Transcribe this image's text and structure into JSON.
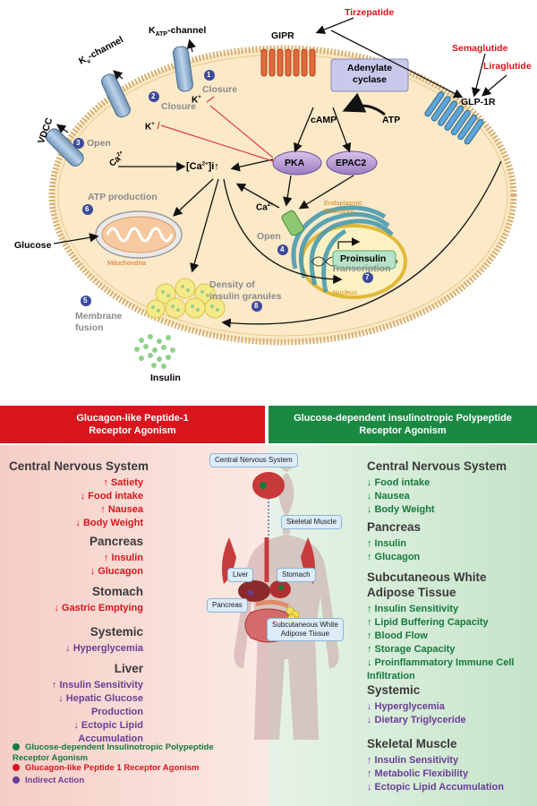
{
  "cell": {
    "drugs": {
      "tirzepatide": "Tirzepatide",
      "semaglutide": "Semaglutide",
      "liraglutide": "Liraglutide"
    },
    "receptors": {
      "gipr": "GIPR",
      "glp1r": "GLP-1R"
    },
    "adenylate_cyclase": [
      "Adenylate",
      "cyclase"
    ],
    "camp": "cAMP",
    "atp": "ATP",
    "pka": "PKA",
    "epac2": "EPAC2",
    "katp_channel": "K",
    "katp_sub": "ATP",
    "katp_suffix": "-channel",
    "kv_channel": "K",
    "kv_sub": "v",
    "kv_suffix": "-channel",
    "vdcc": "VDCC",
    "k_plus": "K",
    "k_plus_sup": "+",
    "ca": "Ca",
    "ca_sup": "2+",
    "cai": "[Ca",
    "cai_sup": "2+",
    "cai_suffix": "]i↑",
    "steps": {
      "s1": {
        "num": "1",
        "label": "Closure"
      },
      "s2": {
        "num": "2",
        "label": "Closure"
      },
      "s3": {
        "num": "3",
        "label": "Open"
      },
      "s4": {
        "num": "4",
        "label": "Open"
      },
      "s5": {
        "num": "5",
        "label": [
          "Membrane",
          "fusion"
        ]
      },
      "s6": {
        "num": "6",
        "label": "ATP production"
      },
      "s7": {
        "num": "7",
        "label": "Transcription"
      },
      "s8": {
        "num": "8",
        "label": [
          "Density of",
          "insulin granules"
        ]
      }
    },
    "glucose": "Glucose",
    "mitochondria": "Mitochondria",
    "er": [
      "Endoplasmic",
      "Reticulum"
    ],
    "nucleus": "Nucleus",
    "proinsulin": "Proinsulin",
    "insulin": "Insulin"
  },
  "left_header": [
    "Glucagon-like Peptide-1",
    "Receptor Agonism"
  ],
  "right_header": [
    "Glucose-dependent insulinotropic Polypeptide",
    "Receptor Agonism"
  ],
  "left_sections": [
    {
      "title": "Central Nervous System",
      "items": [
        {
          "text": "↑ Satiety",
          "color": "red"
        },
        {
          "text": "↓ Food intake",
          "color": "red"
        },
        {
          "text": "↑ Nausea",
          "color": "red"
        },
        {
          "text": "↓ Body Weight",
          "color": "red"
        }
      ]
    },
    {
      "title": "Pancreas",
      "items": [
        {
          "text": "↑ Insulin",
          "color": "red"
        },
        {
          "text": "↓ Glucagon",
          "color": "red"
        }
      ]
    },
    {
      "title": "Stomach",
      "items": [
        {
          "text": "↓ Gastric Emptying",
          "color": "red"
        }
      ]
    },
    {
      "title": "Systemic",
      "items": [
        {
          "text": "↓ Hyperglycemia",
          "color": "purple"
        }
      ]
    },
    {
      "title": "Liver",
      "items": [
        {
          "text": "↑ Insulin Sensitivity",
          "color": "purple"
        },
        {
          "text": "↓ Hepatic Glucose Production",
          "color": "purple"
        },
        {
          "text": "↓ Ectopic Lipid Accumulation",
          "color": "purple"
        }
      ]
    }
  ],
  "right_sections": [
    {
      "title": "Central Nervous System",
      "items": [
        {
          "text": "↓ Food intake",
          "color": "green"
        },
        {
          "text": "↓ Nausea",
          "color": "green"
        },
        {
          "text": "↓ Body Weight",
          "color": "green"
        }
      ]
    },
    {
      "title": "Pancreas",
      "items": [
        {
          "text": "↑ Insulin",
          "color": "green"
        },
        {
          "text": "↑ Glucagon",
          "color": "green"
        }
      ]
    },
    {
      "title": "Subcutaneous White Adipose Tissue",
      "items": [
        {
          "text": "↑ Insulin Sensitivity",
          "color": "green"
        },
        {
          "text": "↑ Lipid Buffering Capacity",
          "color": "green"
        },
        {
          "text": "↑ Blood Flow",
          "color": "green"
        },
        {
          "text": "↑ Storage Capacity",
          "color": "green"
        },
        {
          "text": "↓ Proinflammatory Immune Cell Infiltration",
          "color": "green"
        }
      ]
    },
    {
      "title": "Systemic",
      "items": [
        {
          "text": "↓ Hyperglycemia",
          "color": "purple"
        },
        {
          "text": "↓ Dietary Triglyceride",
          "color": "purple"
        }
      ]
    },
    {
      "title": "Skeletal Muscle",
      "items": [
        {
          "text": "↑ Insulin Sensitivity",
          "color": "purple"
        },
        {
          "text": "↑ Metabolic Flexibility",
          "color": "purple"
        },
        {
          "text": "↓ Ectopic Lipid Accumulation",
          "color": "purple"
        }
      ]
    }
  ],
  "body_labels": {
    "cns": "Central Nervous System",
    "skeletal": "Skeletal Muscle",
    "liver": "Liver",
    "stomach": "Stomach",
    "pancreas": "Pancreas",
    "adipose": [
      "Subcutaneous White",
      "Adipose Tissue"
    ]
  },
  "legend": [
    {
      "text": "Glucose-dependent Insulinotropic Polypeptide Receptor Agonism",
      "color": "#157a3c"
    },
    {
      "text": "Glucagon-like Peptide 1 Receptor Agonism",
      "color": "#d9141c"
    },
    {
      "text": "Indirect Action",
      "color": "#6a3d97"
    }
  ],
  "colors": {
    "glp1": "#d9141c",
    "gip": "#157a3c",
    "indirect": "#6a3d97",
    "cell_fill": "#fbe9c8",
    "membrane": "#d8b070"
  }
}
